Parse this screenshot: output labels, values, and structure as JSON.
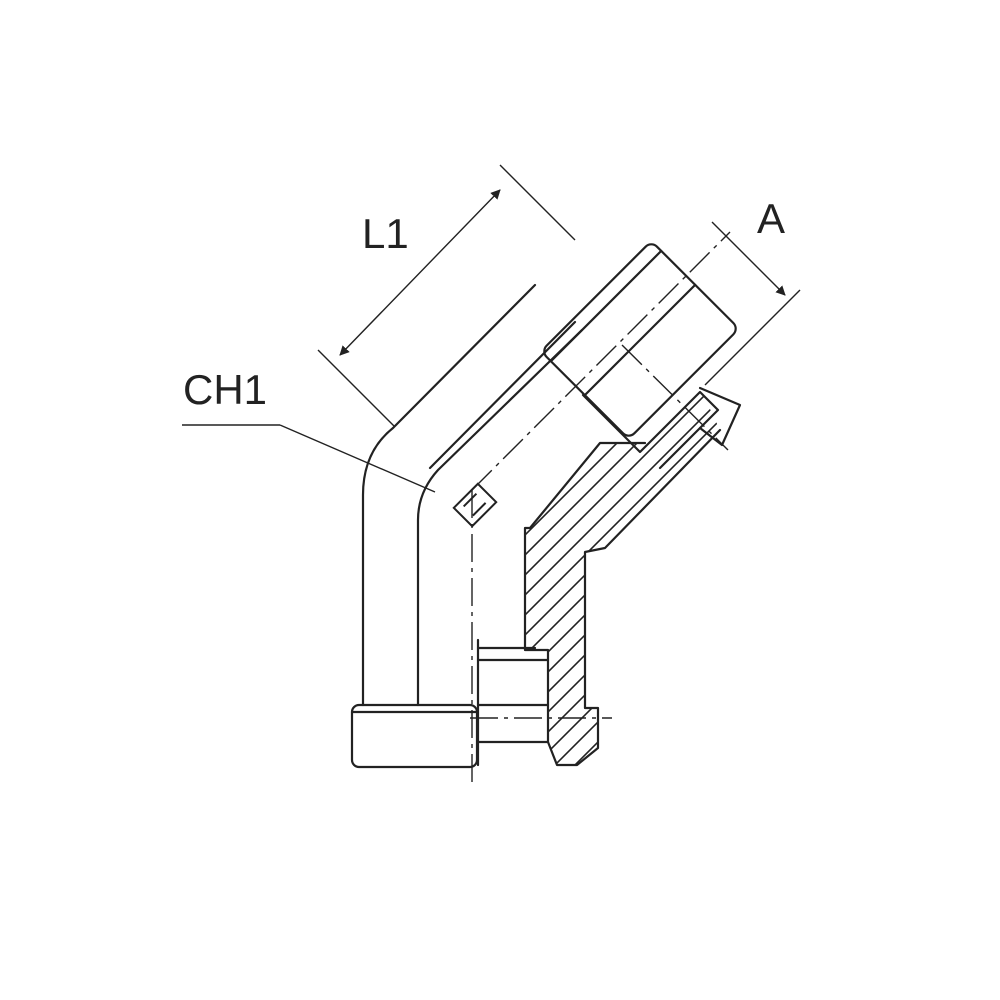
{
  "drawing": {
    "labels": {
      "length": "L1",
      "thread": "A",
      "hex": "CH1"
    },
    "colors": {
      "line": "#222222",
      "background": "#ffffff"
    }
  }
}
